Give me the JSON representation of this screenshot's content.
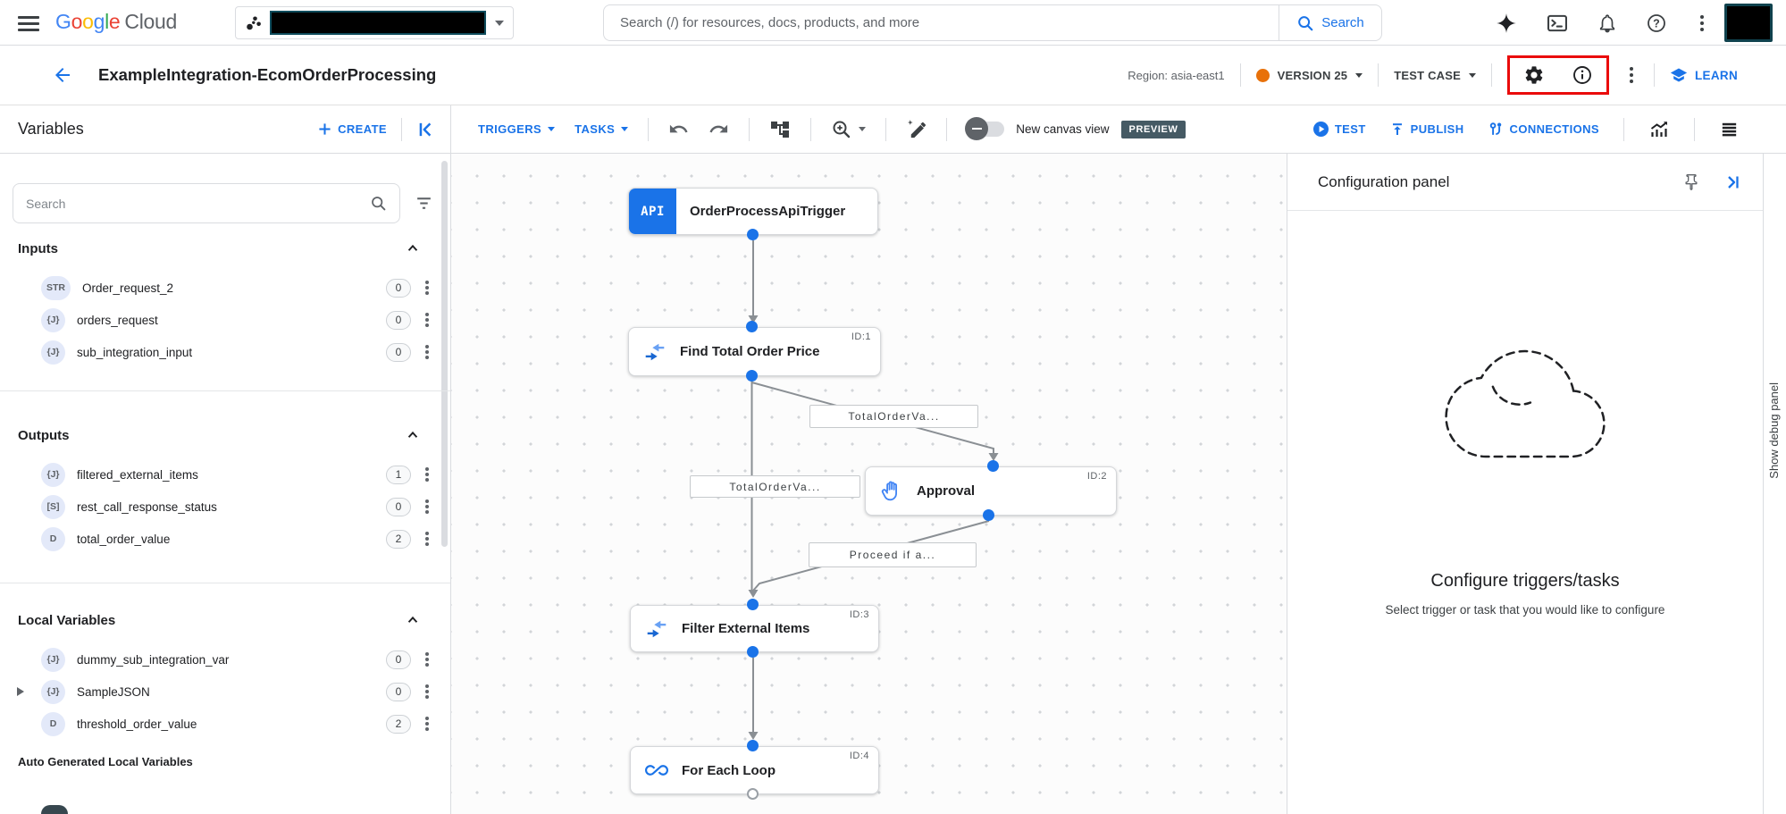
{
  "topbar": {
    "logo_google": "Google",
    "logo_cloud": "Cloud",
    "search_placeholder": "Search (/) for resources, docs, products, and more",
    "search_button_label": "Search",
    "help_glyph": "?"
  },
  "header": {
    "title": "ExampleIntegration-EcomOrderProcessing",
    "region": "Region: asia-east1",
    "version_label": "VERSION 25",
    "test_case_label": "TEST CASE",
    "learn_label": "LEARN"
  },
  "variables_panel": {
    "title": "Variables",
    "create_label": "CREATE",
    "search_placeholder": "Search",
    "sections": [
      {
        "title": "Inputs",
        "items": [
          {
            "type": "STR",
            "name": "Order_request_2",
            "count": "0"
          },
          {
            "type": "{J}",
            "name": "orders_request",
            "count": "0"
          },
          {
            "type": "{J}",
            "name": "sub_integration_input",
            "count": "0"
          }
        ]
      },
      {
        "title": "Outputs",
        "items": [
          {
            "type": "{J}",
            "name": "filtered_external_items",
            "count": "1"
          },
          {
            "type": "[S]",
            "name": "rest_call_response_status",
            "count": "0"
          },
          {
            "type": "D",
            "name": "total_order_value",
            "count": "2"
          }
        ]
      },
      {
        "title": "Local Variables",
        "items": [
          {
            "type": "{J}",
            "name": "dummy_sub_integration_var",
            "count": "0"
          },
          {
            "type": "{J}",
            "name": "SampleJSON",
            "count": "0"
          },
          {
            "type": "D",
            "name": "threshold_order_value",
            "count": "2"
          }
        ]
      }
    ],
    "footer_title": "Auto Generated Local Variables"
  },
  "toolbar": {
    "triggers_label": "TRIGGERS",
    "tasks_label": "TASKS",
    "new_canvas_label": "New canvas view",
    "preview_badge": "PREVIEW",
    "test_label": "TEST",
    "publish_label": "PUBLISH",
    "connections_label": "CONNECTIONS"
  },
  "canvas": {
    "nodes": [
      {
        "badge": "API",
        "name": "OrderProcessApiTrigger",
        "id_label": ""
      },
      {
        "name": "Find Total Order Price",
        "id_label": "ID:1"
      },
      {
        "name": "Approval",
        "id_label": "ID:2"
      },
      {
        "name": "Filter External Items",
        "id_label": "ID:3"
      },
      {
        "name": "For Each Loop",
        "id_label": "ID:4"
      }
    ],
    "edge_labels": [
      "TotalOrderVa...",
      "TotalOrderVa...",
      "Proceed if a..."
    ]
  },
  "config_panel": {
    "title": "Configuration panel",
    "empty_state_title": "Configure triggers/tasks",
    "empty_state_subtitle": "Select trigger or task that you would like to configure"
  },
  "debug": {
    "show_label": "Show debug panel"
  },
  "colors": {
    "accent": "#1a73e8",
    "version_dot": "#e8710a",
    "preview_badge_bg": "#455a64",
    "highlight_red": "#ea0b0b"
  }
}
